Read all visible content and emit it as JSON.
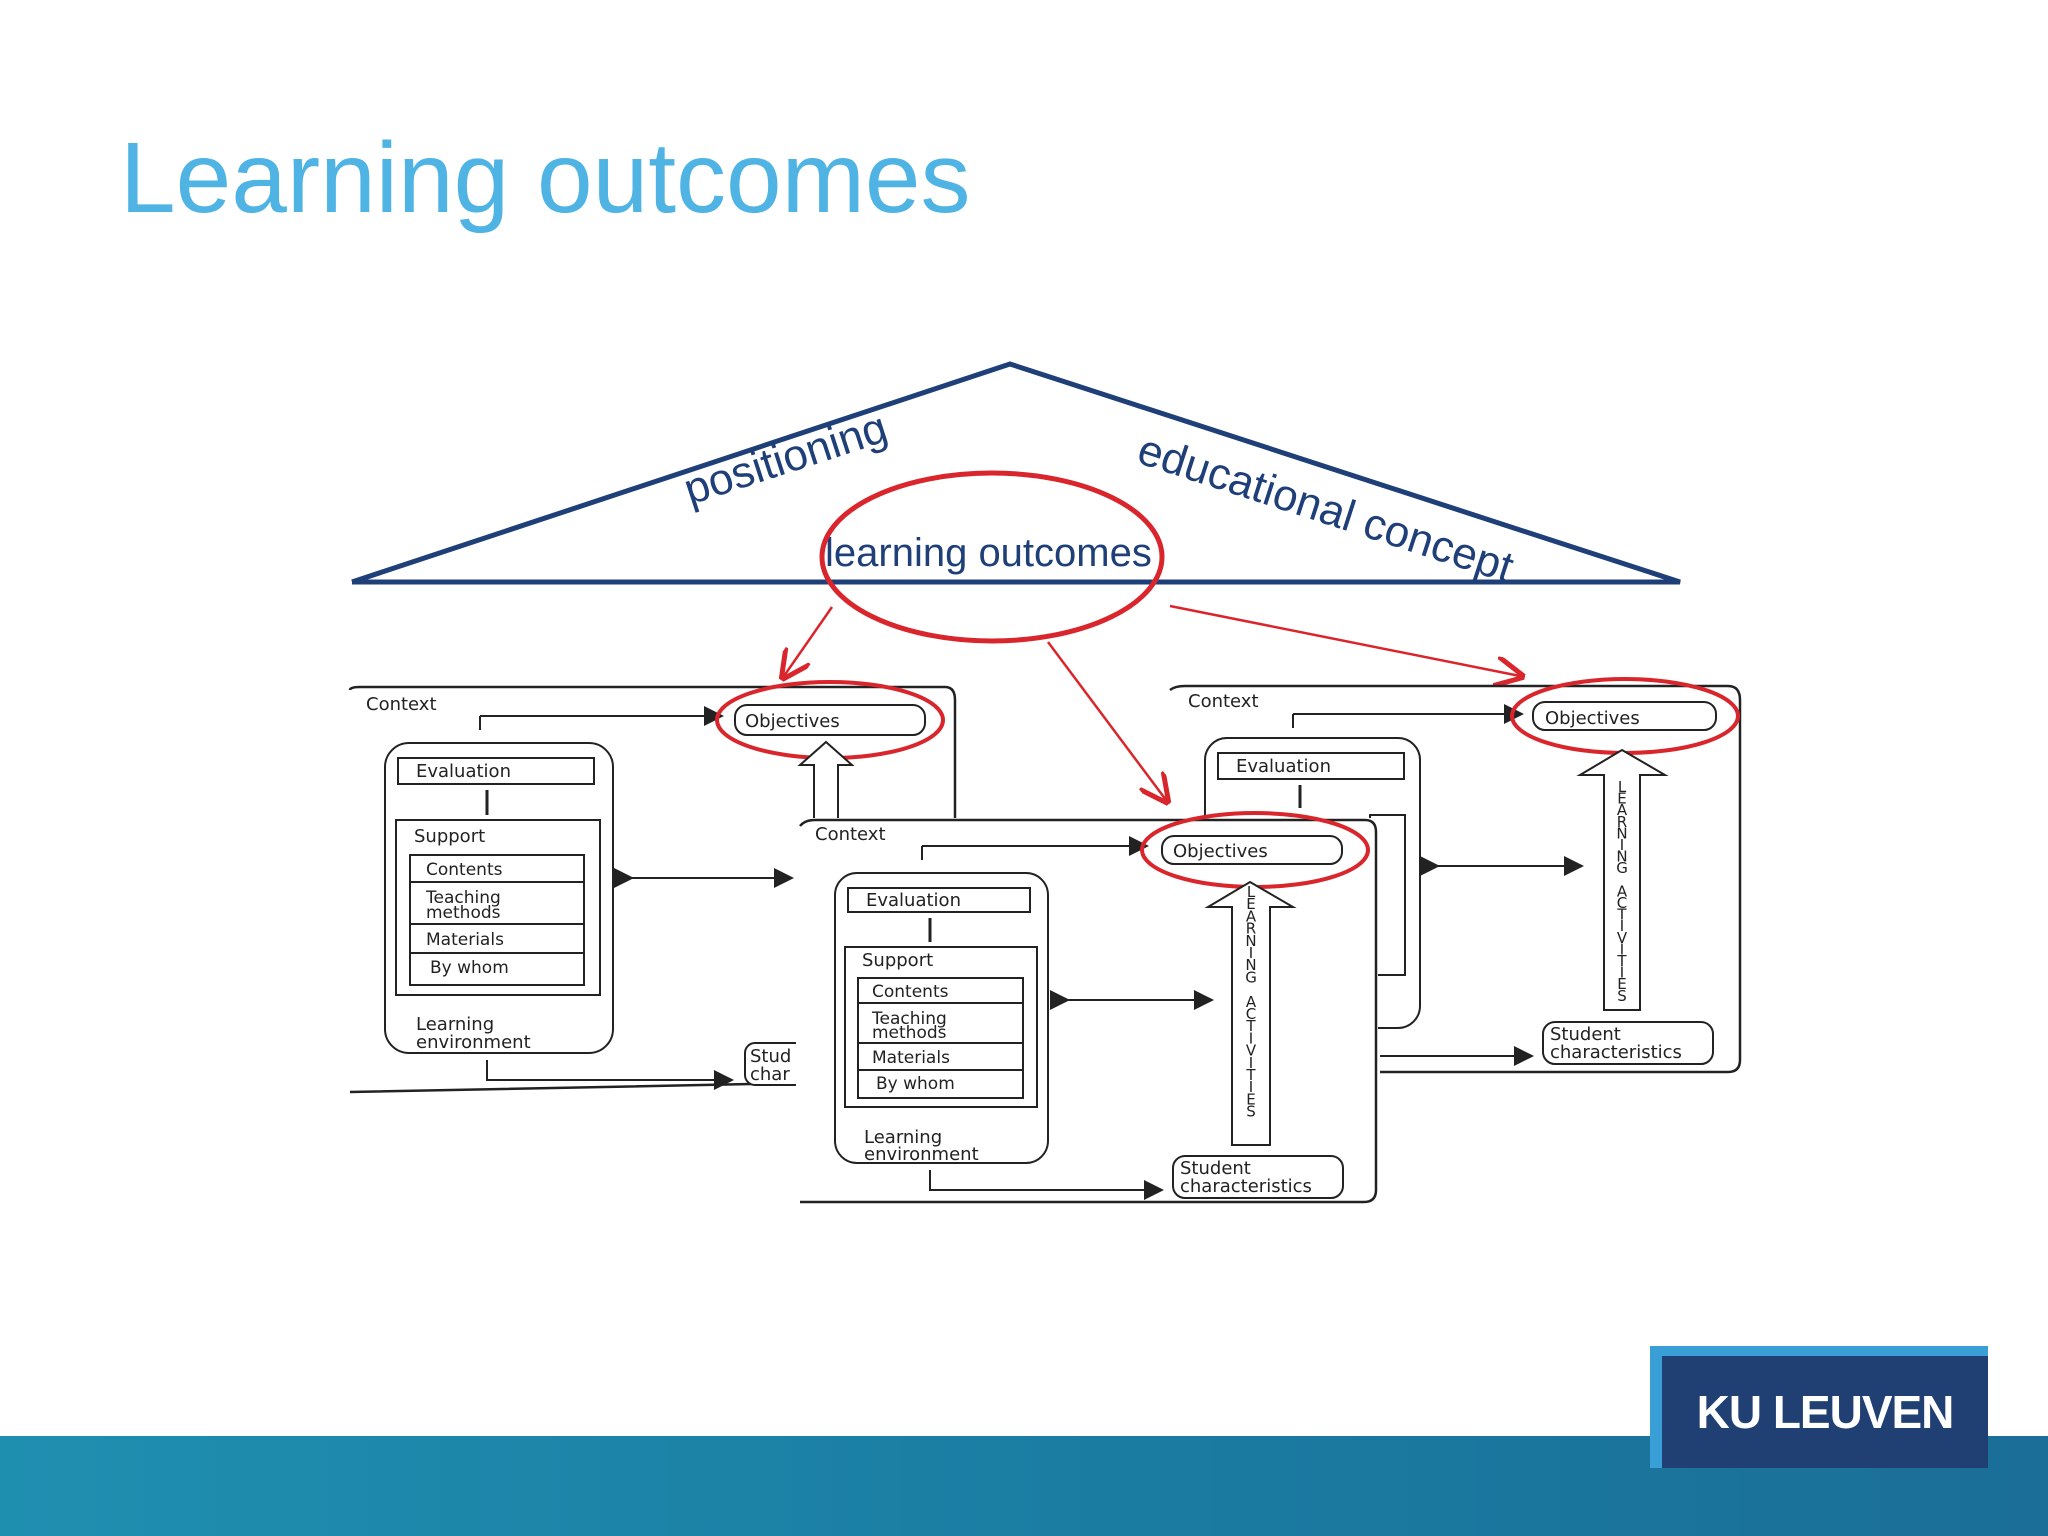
{
  "slide": {
    "title": "Learning outcomes"
  },
  "roof": {
    "left_label": "positioning",
    "right_label": "educational concept",
    "center_label": "learning outcomes"
  },
  "model": {
    "context": "Context",
    "objectives": "Objectives",
    "evaluation": "Evaluation",
    "support": "Support",
    "support_items": [
      "Contents",
      "Teaching",
      "methods",
      "Materials",
      "By whom"
    ],
    "learning_env": [
      "Learning",
      "environment"
    ],
    "student": [
      "Student",
      "characteristics"
    ],
    "student_partial": [
      "Stud",
      "char"
    ],
    "activities_letters": [
      "L",
      "E",
      "A",
      "R",
      "N",
      "I",
      "N",
      "G",
      " ",
      "A",
      "C",
      "T",
      "I",
      "V",
      "I",
      "T",
      "I",
      "E",
      "S"
    ]
  },
  "colors": {
    "title": "#4fb4e4",
    "roof": "#1f3f78",
    "highlight": "#d9262c",
    "footer": "#1b7fa4",
    "logo_bg": "#203f73"
  },
  "logo": {
    "text": "KU LEUVEN"
  }
}
